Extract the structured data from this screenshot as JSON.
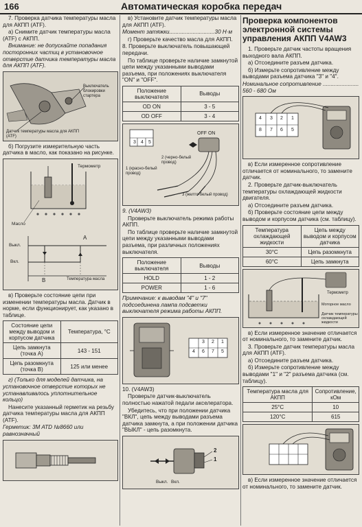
{
  "header": {
    "page_number": "166",
    "title": "Автоматическая коробка передач"
  },
  "col1": {
    "p7": "7. Проверка датчика температуры масла для АКПП (ATF).",
    "p7a": "а) Снимите датчик температуры масла (ATF) с АКПП.",
    "warn": "Внимание: не допускайте попадания посторонних частиц в установочное отверстие датчика температуры масла для АКПП (ATF).",
    "fig1_label1": "Выключатель блокировки стартера",
    "fig1_label2": "Датчик температуры масла для АКПП (ATF)",
    "p7b": "б) Погрузите измерительную часть датчика в масло, как показано на рисунке.",
    "fig2_thermo": "Термометр",
    "fig2_oil": "Масло",
    "graph_off": "Выкл.",
    "graph_on": "Вкл.",
    "graph_a": "A",
    "graph_b": "B",
    "graph_xlabel": "Температура масла",
    "p7v": "в) Проверьте состояние цепи при изменении температуры масла. Датчик в норме, если функционирует, как указано в таблице.",
    "table": {
      "h1": "Состояние цепи между выводом и корпусом датчика",
      "h2": "Температура, °С",
      "r1c1": "Цепь замкнута (точка А)",
      "r1c2": "143 - 151",
      "r2c1": "Цепь разомкнута (точка В)",
      "r2c2": "125 или менее"
    },
    "p7g": "г) (Только для моделей датчика, на установочное отверстие которых не устанавливалось уплотнительное кольцо)",
    "p7g2": "Нанесите указанный герметик на резьбу датчика температуры масла для АКПП (ATF).",
    "sealant": "Герметик: 3M ATD №8660 или равнозначный"
  },
  "col2": {
    "p7v2": "в) Установите датчик температуры масла для АКПП (ATF).",
    "torque": "Момент затяжки.............................30 Н·м",
    "p7g3": "г) Проверьте качество масла для АКПП.",
    "p8": "8. Проверьте выключатель повышающей передачи.",
    "p8t": "По таблице проверьте наличие замкнутой цепи между указанными выводами разъема, при положениях выключателя \"ON\" и \"OFF\".",
    "t1": {
      "h1": "Положение выключателя",
      "h2": "Выводы",
      "r1c1": "OD ON",
      "r1c2": "3 - 5",
      "r2c1": "OD OFF",
      "r2c2": "3 - 4"
    },
    "fig_off_on": "OFF  ON",
    "wire1": "1 (красно-белый провод)",
    "wire2": "2 (черно-белый провод)",
    "wire3": "3 (желто-белый провод)",
    "pins": [
      "3",
      "4",
      "5"
    ],
    "p9": "9. (V4AW3)",
    "p9t": "Проверьте выключатель режима работы АКПП.",
    "p9t2": "По таблице проверьте наличие замкнутой цепи между указанными выводами разъема, при различных положениях выключателя.",
    "t2": {
      "h1": "Положение выключателя",
      "h2": "Выводы",
      "r1c1": "HOLD",
      "r1c2": "1 - 2",
      "r2c1": "POWER",
      "r2c2": "1 - 6"
    },
    "note": "Примечание: к выводам \"4\" и \"7\" подсоединена лампа подсветки выключателя режима работы АКПП.",
    "pins2": [
      "3",
      "2",
      "1",
      "4",
      "6",
      "7",
      "5"
    ],
    "p10": "10. (V4AW3)",
    "p10t": "Проверьте датчик-выключатель полностью нажатой педали акселератора.",
    "p10t2": "Убедитесь, что при положении датчика \"ВКЛ\", цепь между выводами разъема датчика замкнута, а при положении датчика \"ВЫКЛ\" - цепь разомкнута.",
    "fig_n1": "1",
    "fig_n2": "2",
    "fig_on": "Вкл.",
    "fig_off": "Выкл."
  },
  "col3": {
    "title": "Проверка компонентов электронной системы управления АКПП V4AW3",
    "p1": "1. Проверьте датчик частоты вращения выходного вала АКПП.",
    "p1a": "а) Отсоедините разъем датчика.",
    "p1b": "б) Измерьте сопротивление между выводами разъема датчика \"3\" и \"4\".",
    "nominal_label": "Номинальное сопротивление",
    "nominal_value": "560 - 680 Ом",
    "conn_pins": [
      "4",
      "3",
      "2",
      "1",
      "8",
      "7",
      "6",
      "5"
    ],
    "p1v": "в) Если измеренное сопротивление отличается от номинального, то замените датчик.",
    "p2": "2. Проверьте датчик-выключатель температуры охлаждающей жидкости двигателя.",
    "p2a": "а) Отсоедините разъем датчика.",
    "p2b": "б) Проверьте состояние цепи между выводом и корпусом датчика (см. таблицу).",
    "t1": {
      "h1": "Температура охлаждающей жидкости",
      "h2": "Цепь между выводом и корпусом датчика",
      "r1c1": "30°С",
      "r1c2": "Цепь разомкнута",
      "r2c1": "60°С",
      "r2c2": "Цепь замкнута"
    },
    "fig_thermo": "Термометр",
    "fig_oil": "Моторное масло",
    "fig_sensor": "Датчик температуры охлаждающей жидкости",
    "p2v": "в) Если измеренное значение отличается от номинального, то замените датчик.",
    "p3": "3. Проверьте датчик температуры масла для АКПП (ATF).",
    "p3a": "а) Отсоедините разъем датчика.",
    "p3b": "б) Измерьте сопротивление между выводами \"1\" и \"2\" разъема датчика (см. таблицу).",
    "t2": {
      "h1": "Температура масла для АКПП",
      "h2": "Сопротивление, кОм",
      "r1c1": "25°С",
      "r1c2": "10",
      "r2c1": "120°С",
      "r2c2": "615"
    },
    "p3v": "в) Если измеренное значение отличается от номинального, то замените датчик."
  }
}
